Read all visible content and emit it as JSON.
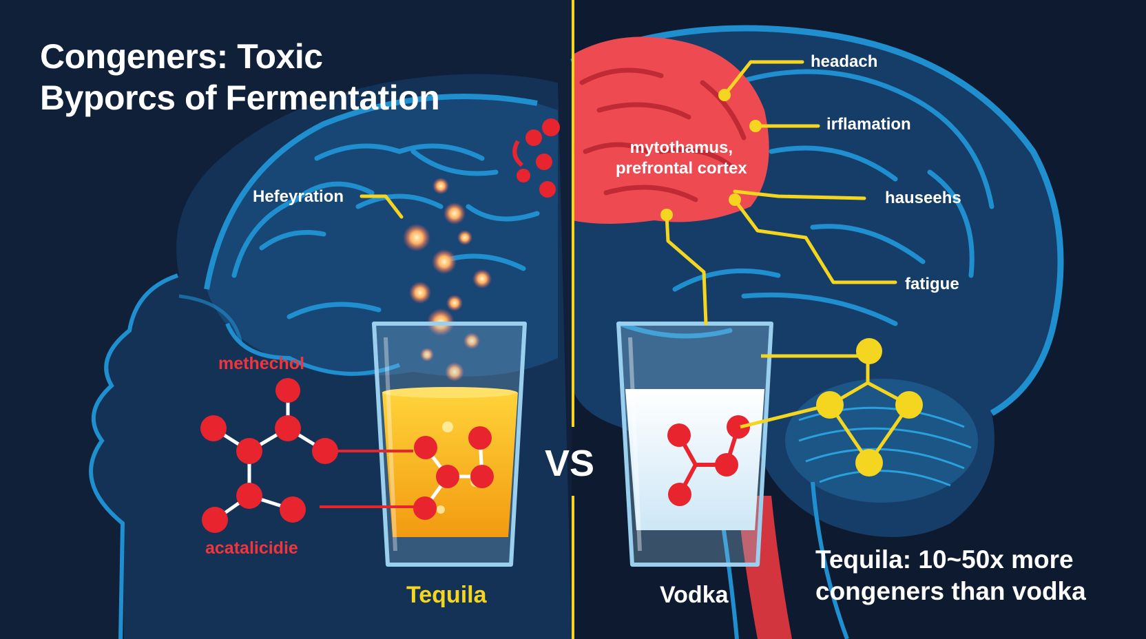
{
  "title": {
    "line1": "Congeners: Toxic",
    "line2": "Byporcs of Fermentation"
  },
  "labels": {
    "left_callout": "Hefeyration",
    "region": {
      "line1": "mytothamus,",
      "line2": "prefrontal cortex"
    },
    "molecule_top": "methechol",
    "molecule_bottom": "acatalicidie",
    "vs": "VS"
  },
  "drinks": [
    {
      "name": "Tequila",
      "liquid_color": "#f5b818"
    },
    {
      "name": "Vodka",
      "liquid_color": "#dff0fb"
    }
  ],
  "effects": [
    "headach",
    "irflamation",
    "hauseehs",
    "fatigue"
  ],
  "comparison": {
    "line1": "Tequila: 10~50x more",
    "line2": "congeners than vodka"
  },
  "colors": {
    "background": "#0d1a30",
    "brain_outline": "#1f8fd0",
    "highlight_region": "#ee4a52",
    "connector": "#f4d51f",
    "molecule": "#e8242e"
  }
}
